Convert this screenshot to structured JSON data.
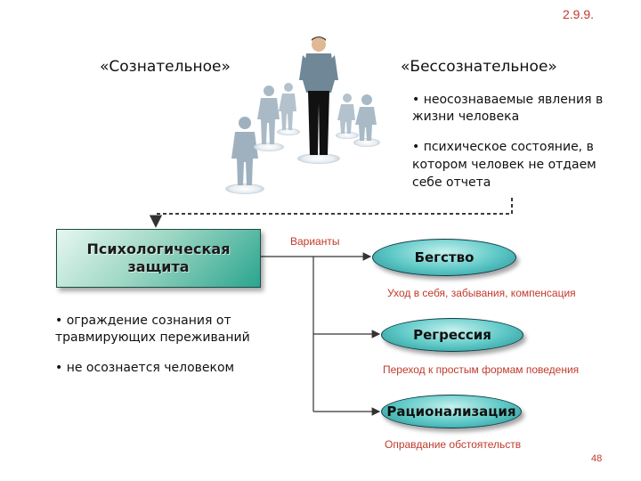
{
  "slide_number": "2.9.9.",
  "conscious": {
    "heading": "«Сознательное»"
  },
  "unconscious": {
    "heading": "«Бессознательное»",
    "bullets": [
      "• неосознаваемые явления в",
      "жизни человека",
      "• психическое состояние, в",
      "котором человек не отдаем",
      "себе отчета"
    ]
  },
  "defense": {
    "title_line1": "Психологическая",
    "title_line2": "защита",
    "bullets": [
      "• ограждение сознания от",
      "травмирующих переживаний",
      "• не осознается человеком"
    ]
  },
  "variants_label": "Варианты",
  "variants": [
    {
      "name": "Бегство",
      "description": "Уход в себя, забывания, компенсация"
    },
    {
      "name": "Регрессия",
      "description": "Переход к простым формам поведения"
    },
    {
      "name": "Рационализация",
      "description": "Оправдание обстоятельств"
    }
  ],
  "page_number": "48",
  "colors": {
    "accent_red": "#c0392b",
    "box_teal": "#2aa58f",
    "ellipse_teal": "#5bc7c5",
    "figure_grey": "#9fb1bf"
  },
  "icons": [
    "businessman-figure",
    "silhouette-figure"
  ]
}
